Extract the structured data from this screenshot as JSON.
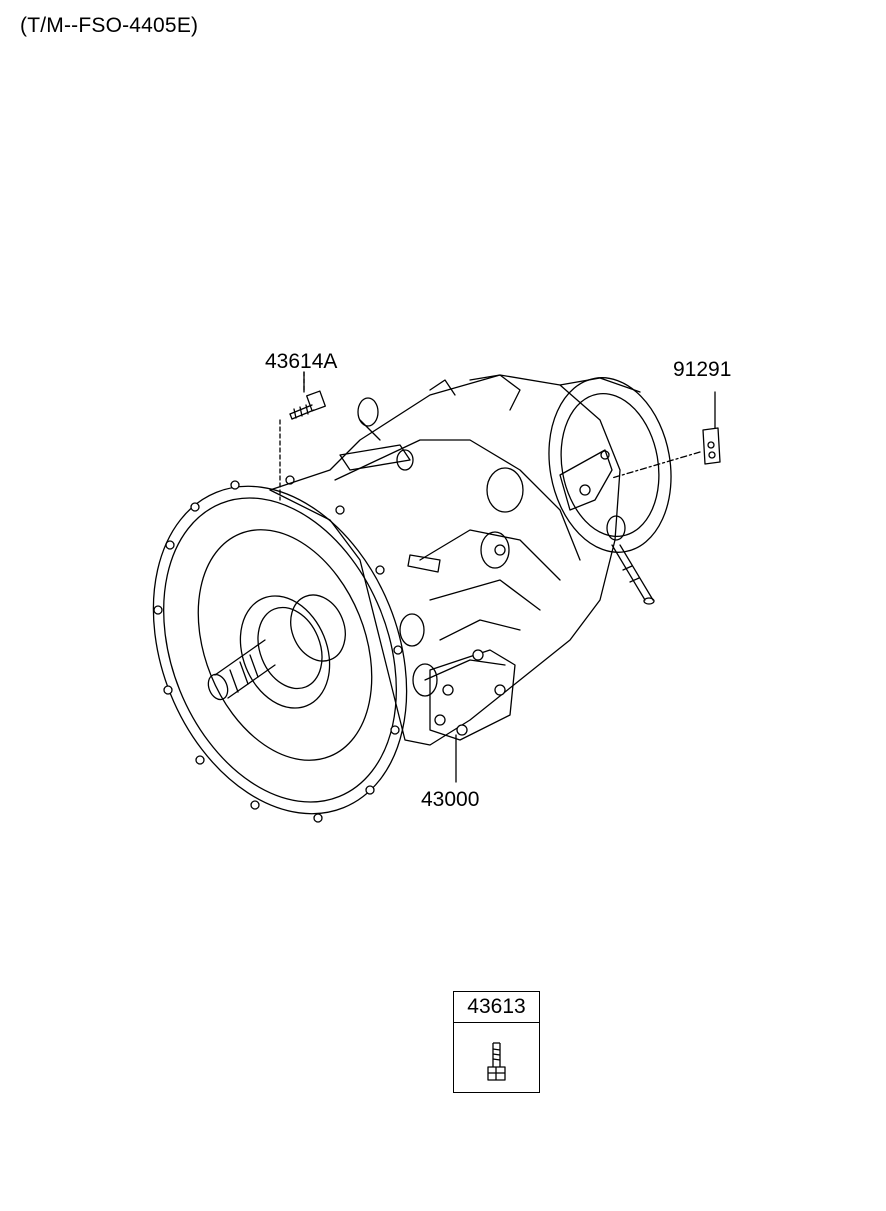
{
  "title": "(T/M--FSO-4405E)",
  "callouts": {
    "bolt_top": "43614A",
    "clip": "91291",
    "transmission": "43000"
  },
  "part_box": {
    "label": "43613",
    "icon": "bolt-icon"
  }
}
